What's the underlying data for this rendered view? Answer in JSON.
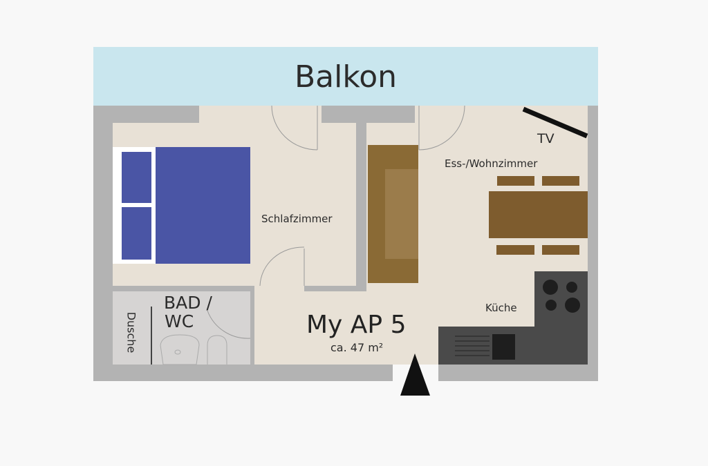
{
  "balcony": {
    "label": "Balkon",
    "color": "#c9e6ee"
  },
  "rooms": {
    "bedroom": "Schlafzimmer",
    "living": "Ess-/Wohnzimmer",
    "kitchen": "Küche",
    "bath_line1": "BAD /",
    "bath_line2": "WC",
    "shower": "Dusche",
    "tv": "TV"
  },
  "apartment": {
    "name": "My AP 5",
    "area": "ca. 47 m²"
  },
  "colors": {
    "wall": "#b3b3b3",
    "floor": "#e8e1d6",
    "bath": "#d6d4d3",
    "bed": "#4a55a5",
    "furniture": "#7e5c2e",
    "kitchen": "#4a4a4a"
  }
}
